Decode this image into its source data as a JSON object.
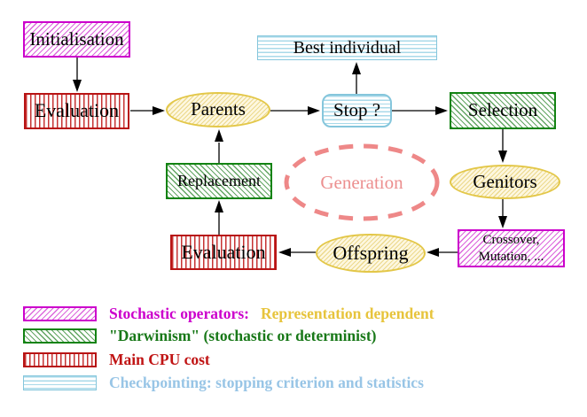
{
  "nodes": {
    "initialisation": {
      "label": "Initialisation"
    },
    "evaluation_top": {
      "label": "Evaluation"
    },
    "parents": {
      "label": "Parents"
    },
    "best_individual": {
      "label": "Best individual"
    },
    "stop": {
      "label": "Stop ?"
    },
    "selection": {
      "label": "Selection"
    },
    "replacement": {
      "label": "Replacement"
    },
    "generation": {
      "label": "Generation"
    },
    "genitors": {
      "label": "Genitors"
    },
    "evaluation_bottom": {
      "label": "Evaluation"
    },
    "offspring": {
      "label": "Offspring"
    },
    "crossover_mutation": {
      "line1": "Crossover,",
      "line2": "Mutation, ..."
    }
  },
  "legend": {
    "stochastic": {
      "label": "Stochastic operators:",
      "label_suffix": "Representation dependent",
      "swatch": "magenta-diagonal-hatch"
    },
    "darwinism": {
      "label": "\"Darwinism\" (stochastic or determinist)",
      "swatch": "green-diagonal-hatch"
    },
    "cpu": {
      "label": "Main CPU cost",
      "swatch": "red-vertical-stripes"
    },
    "checkpointing": {
      "label": "Checkpointing: stopping criterion and statistics",
      "swatch": "cyan-horizontal-stripes"
    }
  },
  "colors": {
    "magenta": "#cc00cc",
    "green": "#128312",
    "red": "#b81414",
    "cyan_border": "#85c6dc",
    "cyan_text": "#98c5e6",
    "yellow_border": "#e3c748",
    "gold_text": "#e7c43c",
    "salmon": "#ee8888",
    "black": "#000000",
    "background": "#ffffff"
  }
}
